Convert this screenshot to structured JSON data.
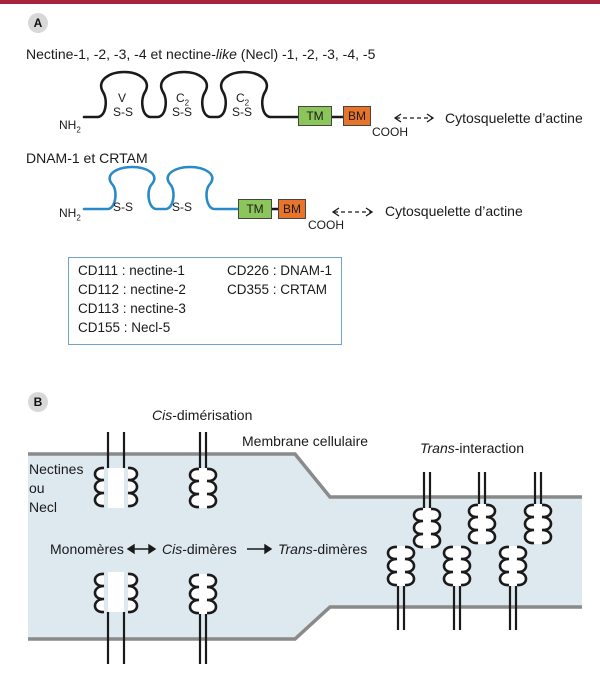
{
  "panel_a": {
    "badge": "A",
    "title_prefix": "Nectine-1, -2, -3, -4 et nectine-",
    "title_italic": "like",
    "title_suffix": " (Necl) -1, -2, -3, -4, -5",
    "nectin": {
      "nh2": "NH",
      "nh2_sub": "2",
      "domains": [
        {
          "label": "V",
          "sub": "",
          "bond": "S-S"
        },
        {
          "label": "C",
          "sub": "2",
          "bond": "S-S"
        },
        {
          "label": "C",
          "sub": "2",
          "bond": "S-S"
        }
      ],
      "tm": "TM",
      "bm": "BM",
      "cooh": "COOH",
      "actin": "Cytosquelette d’actine"
    },
    "dnam_title": "DNAM-1 et CRTAM",
    "dnam": {
      "nh2": "NH",
      "nh2_sub": "2",
      "bonds": [
        "S-S",
        "S-S"
      ],
      "tm": "TM",
      "bm": "BM",
      "cooh": "COOH",
      "actin": "Cytosquelette d’actine"
    },
    "legend": [
      [
        "CD111 :",
        "nectine-1",
        "CD226 : DNAM-1"
      ],
      [
        "CD112 :",
        "nectine-2",
        "CD355 : CRTAM"
      ],
      [
        "CD113 :",
        "nectine-3",
        ""
      ],
      [
        "CD155 :",
        "Necl-5",
        ""
      ]
    ]
  },
  "panel_b": {
    "badge": "B",
    "cis_italic": "Cis",
    "cis_suffix": "-dimérisation",
    "membrane": "Membrane cellulaire",
    "trans_italic": "Trans",
    "trans_suffix": "-interaction",
    "nectines_line1": "Nectines",
    "nectines_line2": "ou",
    "nectines_line3": "Necl",
    "monomeres": "Monomères",
    "dimeres_italic": "Cis",
    "dimeres_suffix": "-dimères",
    "trans_dimeres_italic": "Trans",
    "trans_dimeres_suffix": "-dimères"
  },
  "colors": {
    "top_bar": "#a8243c",
    "cell_fill": "#dde8ef",
    "membrane": "#8a8a8a",
    "dnam_line": "#2a8ac8",
    "tm_box": "#8cc65a",
    "bm_box": "#e8742a",
    "legend_border": "#6fa6c8"
  }
}
